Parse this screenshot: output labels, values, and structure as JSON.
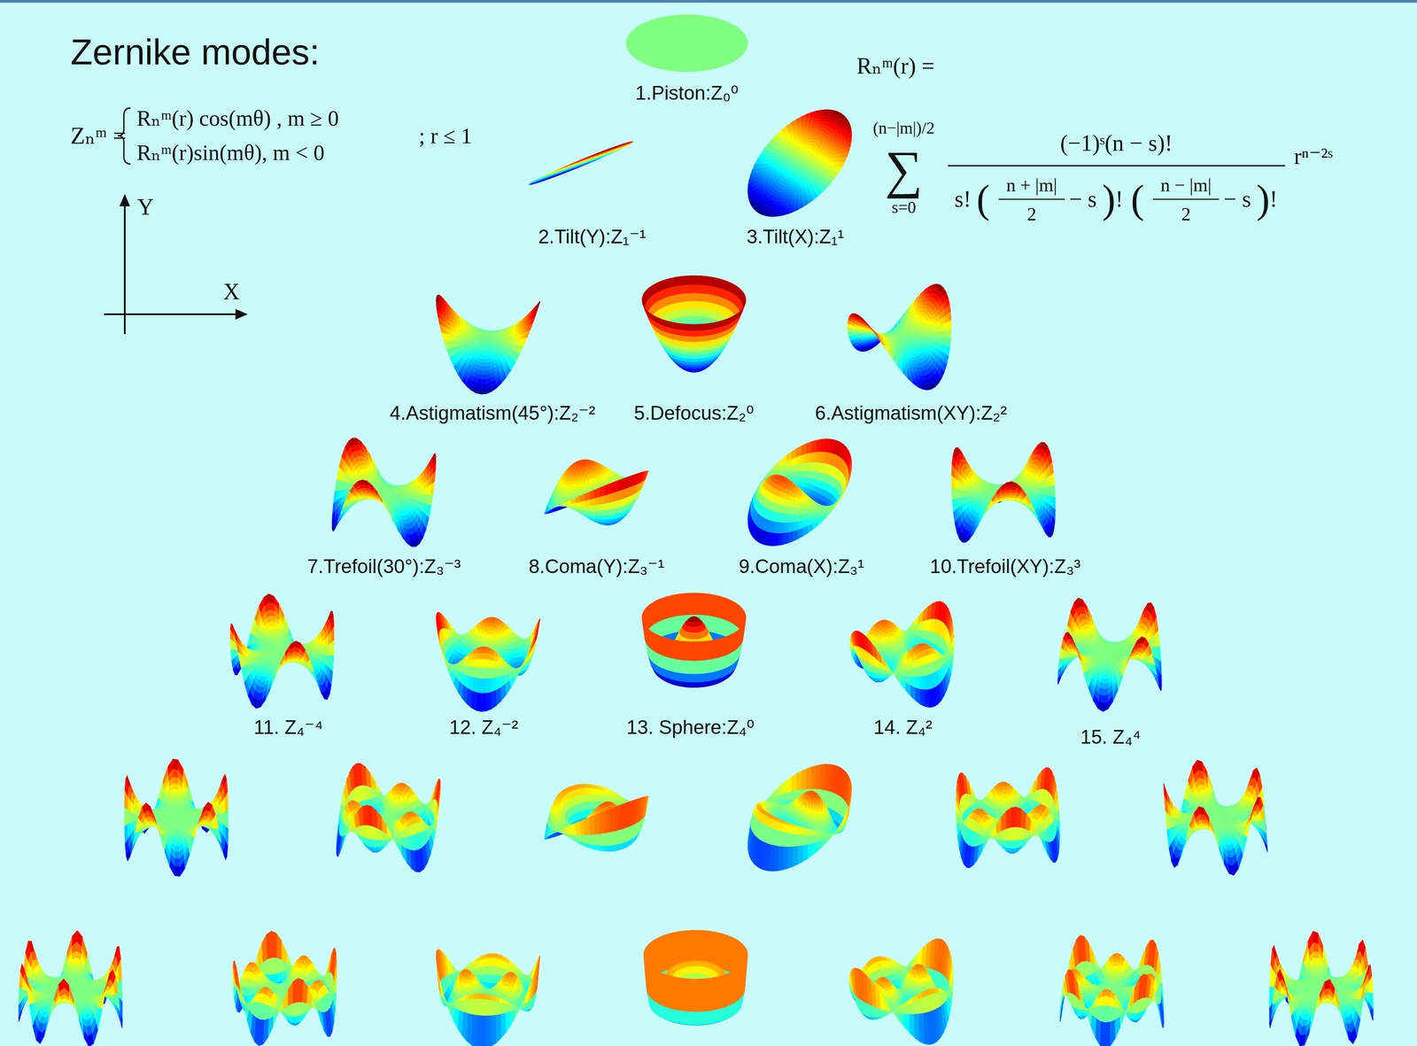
{
  "diagram": {
    "title": "Zernike modes:",
    "labels": [
      "Zₙᵐ =",
      "Rₙᵐ(r) cos(mθ) , m ≥ 0",
      "Rₙᵐ(r)sin(mθ), m < 0",
      "; r ≤ 1",
      "Y",
      "X",
      "1.Piston:Z₀⁰",
      "Rₙᵐ(r) =",
      "(n−|m|)/2",
      "∑",
      "s=0",
      "(−1)ˢ(n − s)!",
      "s!",
      "(",
      "n + |m|",
      "2",
      "− s",
      ")",
      "!",
      "(",
      "n − |m|",
      "2",
      "− s",
      ")",
      "!",
      "rⁿ⁻²ˢ",
      "2.Tilt(Y):Z₁⁻¹",
      "3.Tilt(X):Z₁¹",
      "4.Astigmatism(45°):Z₂⁻²",
      "5.Defocus:Z₂⁰",
      "6.Astigmatism(XY):Z₂²",
      "7.Trefoil(30°):Z₃⁻³",
      "8.Coma(Y):Z₃⁻¹",
      "9.Coma(X):Z₃¹",
      "10.Trefoil(XY):Z₃³",
      "11. Z₄⁻⁴",
      "12. Z₄⁻²",
      "13. Sphere:Z₄⁰",
      "14. Z₄²",
      "15. Z₄⁴"
    ]
  }
}
